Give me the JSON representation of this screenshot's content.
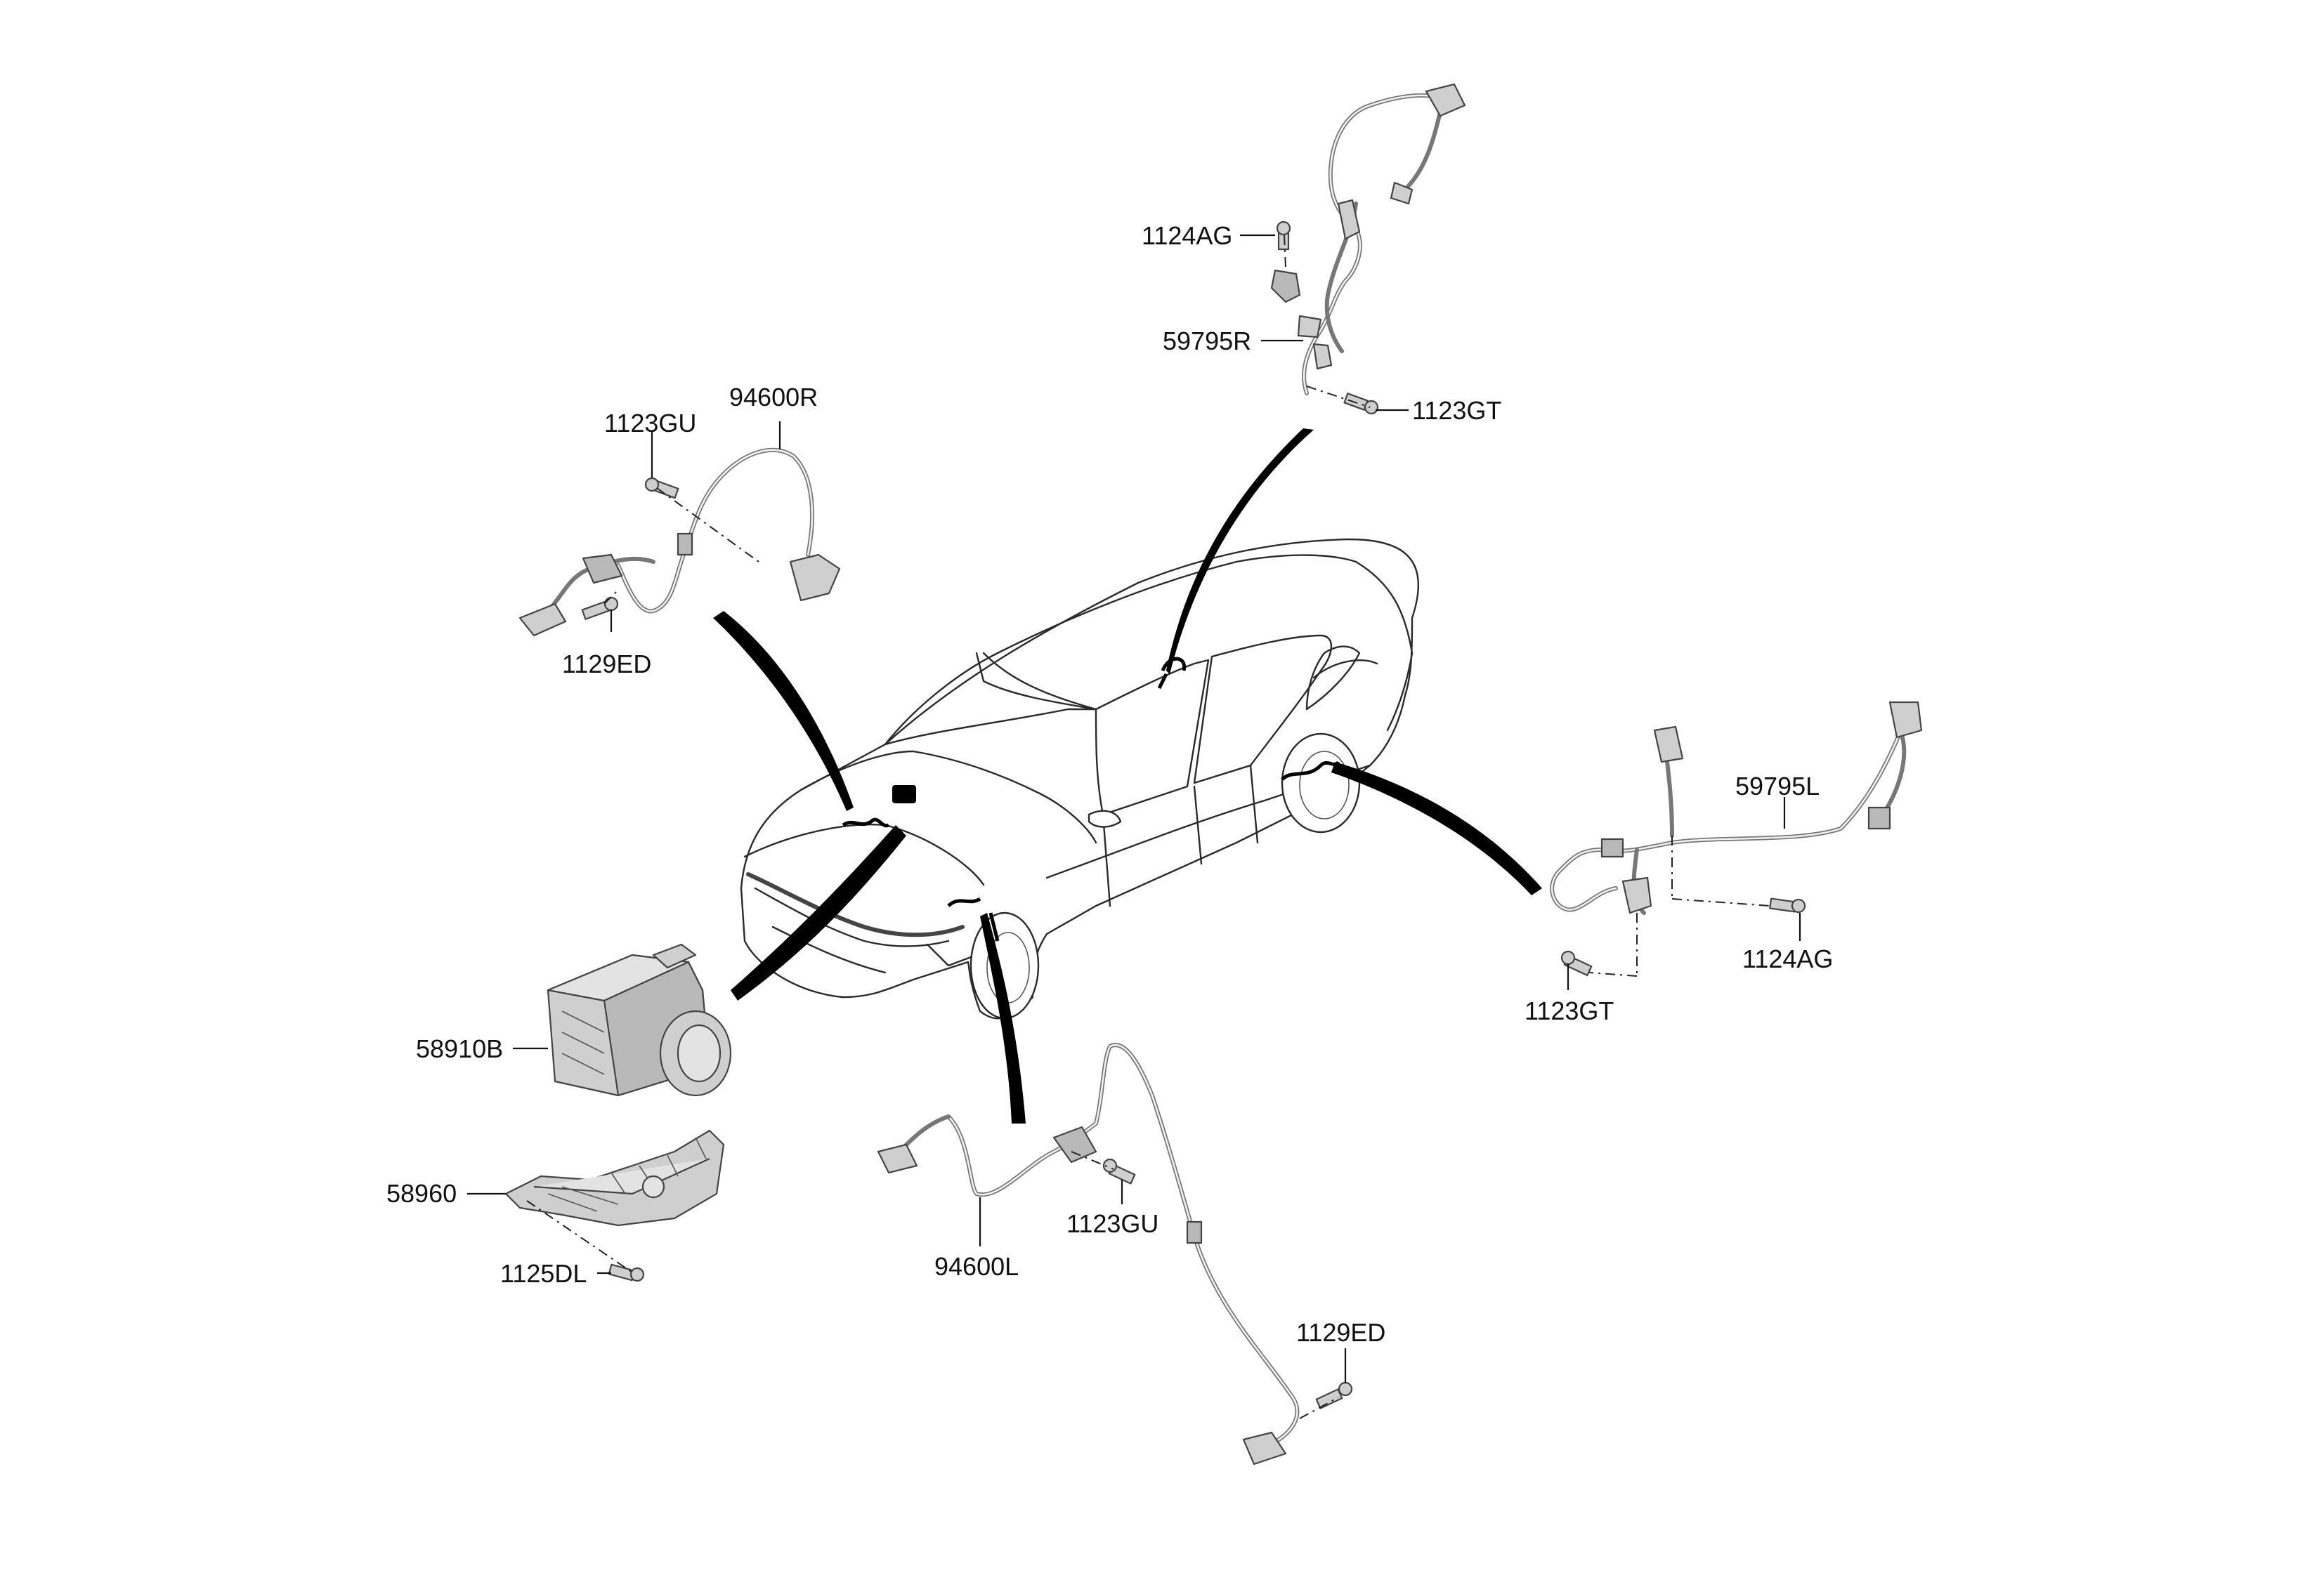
{
  "labels": {
    "p_1124AG_top": "1124AG",
    "p_59795R": "59795R",
    "p_1123GT_top": "1123GT",
    "p_94600R": "94600R",
    "p_1123GU_left": "1123GU",
    "p_1129ED_left": "1129ED",
    "p_59795L": "59795L",
    "p_1124AG_right": "1124AG",
    "p_1123GT_right": "1123GT",
    "p_58910B": "58910B",
    "p_58960": "58960",
    "p_1125DL": "1125DL",
    "p_94600L": "94600L",
    "p_1123GU_bottom": "1123GU",
    "p_1129ED_bottom": "1129ED"
  },
  "colors": {
    "line": "#222222",
    "part_fill": "#cfcfcf",
    "callout": "#000000",
    "background": "#ffffff"
  }
}
